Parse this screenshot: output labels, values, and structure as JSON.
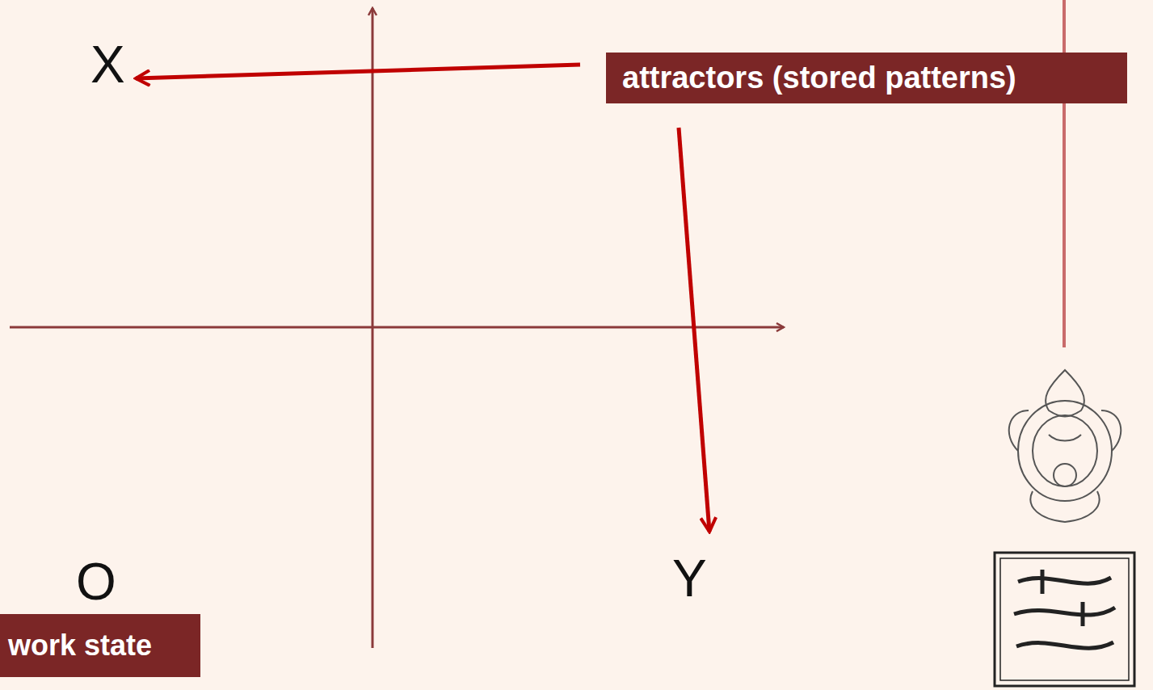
{
  "diagram": {
    "nodes": [
      {
        "text": [
          "attractors (stored patterns)"
        ]
      },
      {
        "text": [
          "work state"
        ]
      }
    ],
    "edges": [],
    "labels": [
      "X",
      "Y",
      "O"
    ]
  }
}
